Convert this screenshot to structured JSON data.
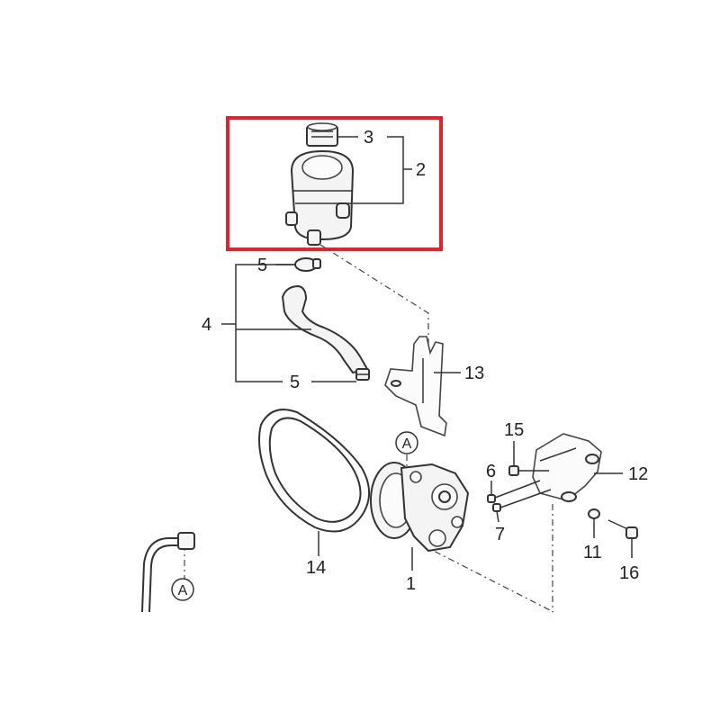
{
  "colors": {
    "highlight_box": "#e8202a",
    "line": "#333333",
    "background": "#ffffff"
  },
  "callouts": {
    "c1": "1",
    "c2": "2",
    "c3": "3",
    "c4": "4",
    "c5_top": "5",
    "c5_bottom": "5",
    "c6": "6",
    "c7": "7",
    "c11": "11",
    "c12": "12",
    "c13": "13",
    "c14": "14",
    "c15": "15",
    "c16": "16"
  },
  "references": {
    "pump_ref": "A",
    "hose_ref": "A"
  }
}
